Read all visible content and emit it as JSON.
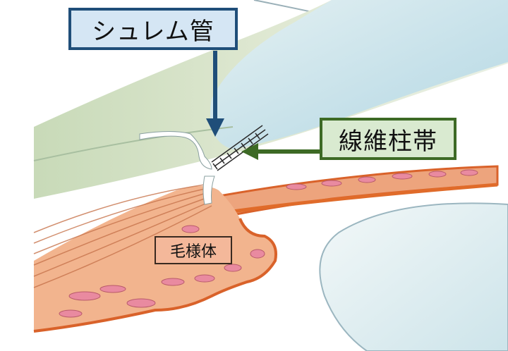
{
  "labels": {
    "schlemm": "シュレム管",
    "zonule": "線維柱帯",
    "ciliary": "毛様体"
  },
  "colors": {
    "schlemm_border": "#1f4e79",
    "schlemm_fill": "#d5e6f4",
    "zonule_border": "#3d6a25",
    "zonule_fill": "#d9ead0",
    "ciliary_fill": "#f4b89a",
    "tissue_orange": "#e8753a",
    "cornea_blue": "#cfe6ee",
    "sclera_green": "#d6e3c6"
  }
}
